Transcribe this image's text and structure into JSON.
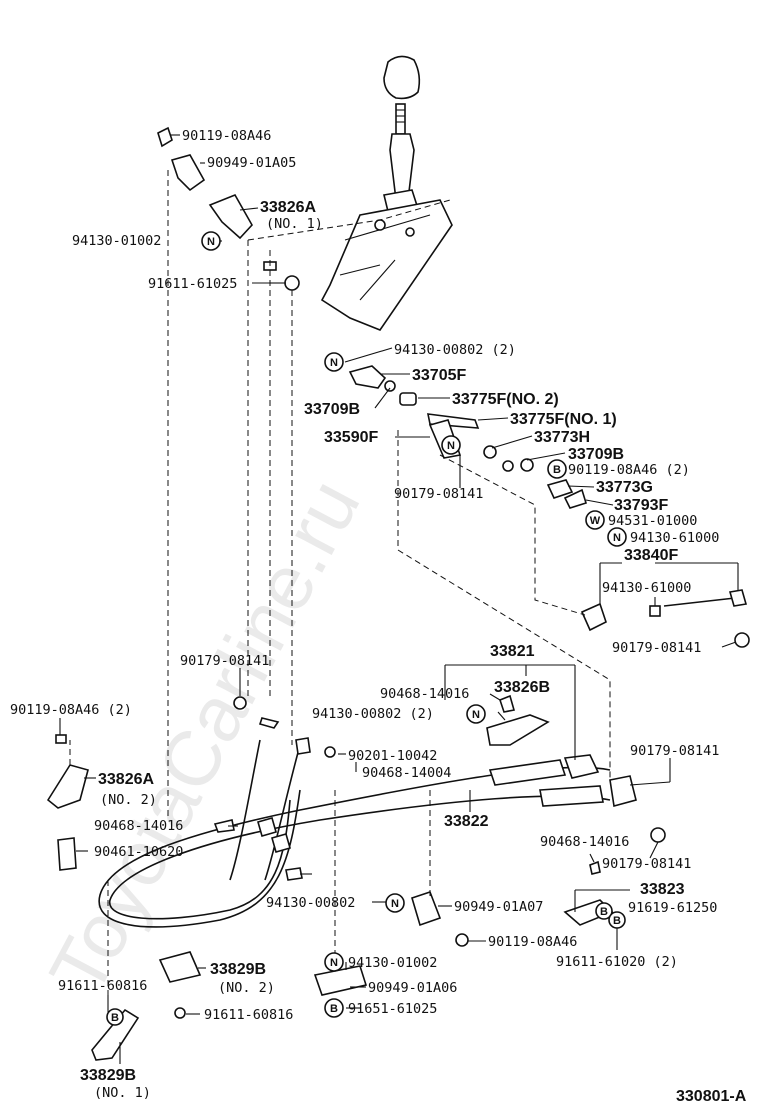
{
  "watermark": "ToyotaCarline.ru",
  "diagram_code": "330801-A",
  "labels": {
    "l01": "90119-08A46",
    "l02": "90949-01A05",
    "l03": "33826A",
    "l04": "(NO. 1)",
    "l05": "94130-01002",
    "l06": "91611-61025",
    "l07": "94130-00802 (2)",
    "l08": "33705F",
    "l09": "33709B",
    "l10": "33775F(NO. 2)",
    "l11": "33775F(NO. 1)",
    "l12": "33590F",
    "l13": "33773H",
    "l14": "33709B",
    "l15": "90119-08A46 (2)",
    "l16": "90179-08141",
    "l17": "33773G",
    "l18": "33793F",
    "l19": "94531-01000",
    "l20": "94130-61000",
    "l21": "33840F",
    "l22": "94130-61000",
    "l23": "90179-08141",
    "l24": "33821",
    "l25": "90179-08141",
    "l26": "90468-14016",
    "l27": "33826B",
    "l28": "94130-00802 (2)",
    "l29": "90119-08A46 (2)",
    "l30": "90201-10042",
    "l31": "90468-14004",
    "l32": "90179-08141",
    "l33": "33826A",
    "l34": "(NO. 2)",
    "l35": "33822",
    "l36": "90468-14016",
    "l37": "90461-10620",
    "l38": "90468-14016",
    "l39": "90179-08141",
    "l40": "94130-00802",
    "l41": "90949-01A07",
    "l42": "33823",
    "l43": "91619-61250",
    "l44": "90119-08A46",
    "l45": "91611-61020 (2)",
    "l46": "94130-01002",
    "l47": "33829B",
    "l48": "(NO. 2)",
    "l49": "90949-01A06",
    "l50": "91611-60816",
    "l51": "91611-60816",
    "l52": "91651-61025",
    "l53": "33829B",
    "l54": "(NO. 1)"
  },
  "symbols": {
    "n": "N",
    "b": "B",
    "w": "W"
  }
}
